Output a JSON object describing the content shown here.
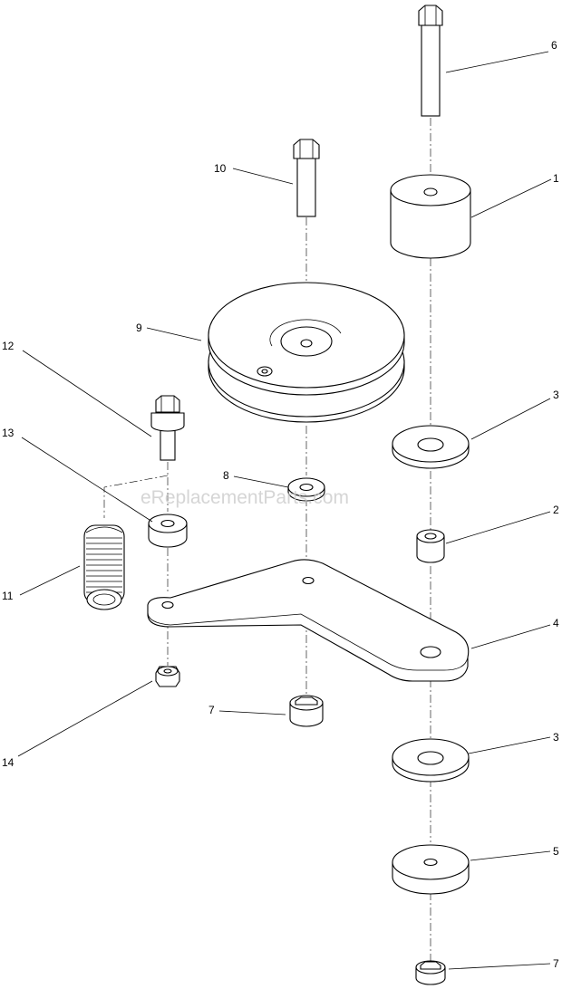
{
  "watermark": "eReplacementParts.com",
  "callouts": {
    "c1": "1",
    "c2": "2",
    "c3a": "3",
    "c3b": "3",
    "c4": "4",
    "c5": "5",
    "c6": "6",
    "c7a": "7",
    "c7b": "7",
    "c8": "8",
    "c9": "9",
    "c10": "10",
    "c11": "11",
    "c12": "12",
    "c13": "13",
    "c14": "14"
  }
}
